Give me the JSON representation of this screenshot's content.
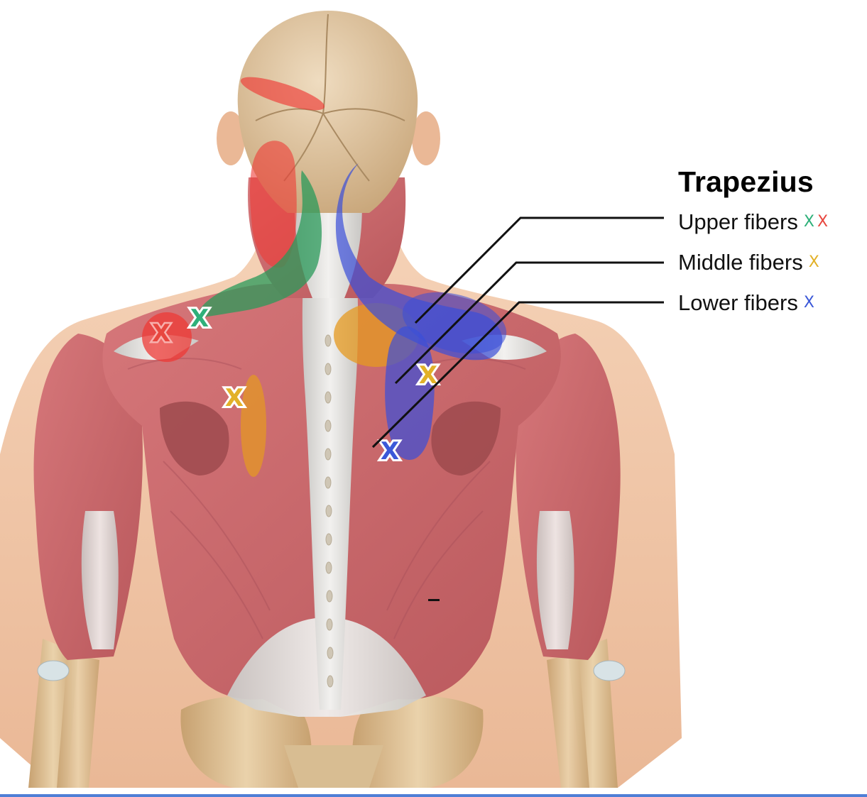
{
  "legend": {
    "title": "Trapezius",
    "rows": [
      {
        "label": "Upper fibers",
        "markers": [
          {
            "glyph": "X",
            "color": "#2fb07a"
          },
          {
            "glyph": "X",
            "color": "#e8473f"
          }
        ]
      },
      {
        "label": "Middle fibers",
        "markers": [
          {
            "glyph": "X",
            "color": "#e2b128"
          }
        ]
      },
      {
        "label": "Lower fibers",
        "markers": [
          {
            "glyph": "X",
            "color": "#3b58d8"
          }
        ]
      }
    ]
  },
  "colors": {
    "upper_green": "#2a9a5a",
    "upper_red": "#ee3a36",
    "middle_orange": "#e59a20",
    "lower_blue": "#3a4fd8",
    "muscle": "#c8676a",
    "muscle_dark": "#9e4a4d",
    "bone": "#d9b98d",
    "skin": "#f2c7a6",
    "tendon": "#e4e2df",
    "bottom_rule": "#4f7fd6"
  },
  "icons": {
    "trigger_point": "x-mark-icon"
  }
}
